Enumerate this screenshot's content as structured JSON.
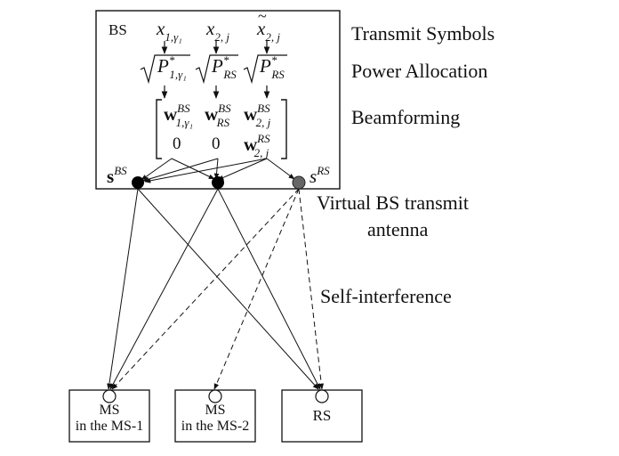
{
  "figure": {
    "bs_label": "BS",
    "row_labels": {
      "transmit_symbols": "Transmit Symbols",
      "power_allocation": "Power Allocation",
      "beamforming": "Beamforming"
    },
    "symbols": {
      "x1": {
        "base": "x",
        "sub": "1,γ₁"
      },
      "x2": {
        "base": "x",
        "sub": "2, j"
      },
      "x2_tilde": {
        "base": "x",
        "sub": "2, j"
      }
    },
    "power": {
      "p1": {
        "base": "P",
        "sup": "*",
        "sub": "1,γ₁"
      },
      "p2": {
        "base": "P",
        "sup": "*",
        "sub": "RS"
      },
      "p3": {
        "base": "P",
        "sup": "*",
        "sub": "RS"
      }
    },
    "beam": {
      "w1": {
        "base": "w",
        "sup": "BS",
        "sub": "1,γ₁"
      },
      "w2": {
        "base": "w",
        "sup": "BS",
        "sub": "RS"
      },
      "w3": {
        "base": "w",
        "sup": "BS",
        "sub": "2, j"
      },
      "zero1": "0",
      "zero2": "0",
      "w4": {
        "base": "w",
        "sup": "RS",
        "sub": "2, j"
      }
    },
    "signal_bs": {
      "base": "s",
      "sup": "BS"
    },
    "signal_rs": {
      "base": "s",
      "sup": "RS"
    },
    "virtual_antenna_label_line1": "Virtual BS transmit",
    "virtual_antenna_label_line2": "antenna",
    "self_interference_label": "Self-interference",
    "receivers": [
      {
        "line1": "MS",
        "line2": "in the MS-1"
      },
      {
        "line1": "MS",
        "line2": "in the MS-2"
      },
      {
        "line1": "RS",
        "line2": ""
      }
    ]
  }
}
